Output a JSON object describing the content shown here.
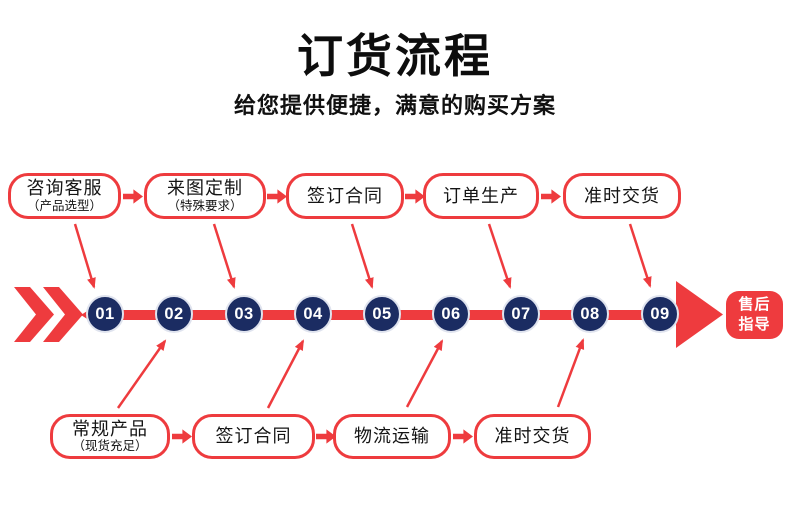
{
  "colors": {
    "accent_red": "#ee3b3e",
    "step_navy": "#1b2c62",
    "circle_halo": "#dfe3ee",
    "title_black": "#0d0d0d",
    "white": "#ffffff"
  },
  "header": {
    "title": "订货流程",
    "subtitle": "给您提供便捷，满意的购买方案"
  },
  "top_row": [
    {
      "label": "咨询客服",
      "sublabel": "（产品选型）"
    },
    {
      "label": "来图定制",
      "sublabel": "（特殊要求）"
    },
    {
      "label": "签订合同",
      "sublabel": ""
    },
    {
      "label": "订单生产",
      "sublabel": ""
    },
    {
      "label": "准时交货",
      "sublabel": ""
    }
  ],
  "bottom_row": [
    {
      "label": "常规产品",
      "sublabel": "（现货充足）"
    },
    {
      "label": "签订合同",
      "sublabel": ""
    },
    {
      "label": "物流运输",
      "sublabel": ""
    },
    {
      "label": "准时交货",
      "sublabel": ""
    }
  ],
  "steps": [
    "01",
    "02",
    "03",
    "04",
    "05",
    "06",
    "07",
    "08",
    "09"
  ],
  "end_badge": "售后\n指导",
  "icons": {
    "timeline_start": "double-chevron-right",
    "box_connector": "solid-arrow-right",
    "timeline_end": "big-arrowhead-right",
    "diagonal_connector": "thin-arrow"
  }
}
